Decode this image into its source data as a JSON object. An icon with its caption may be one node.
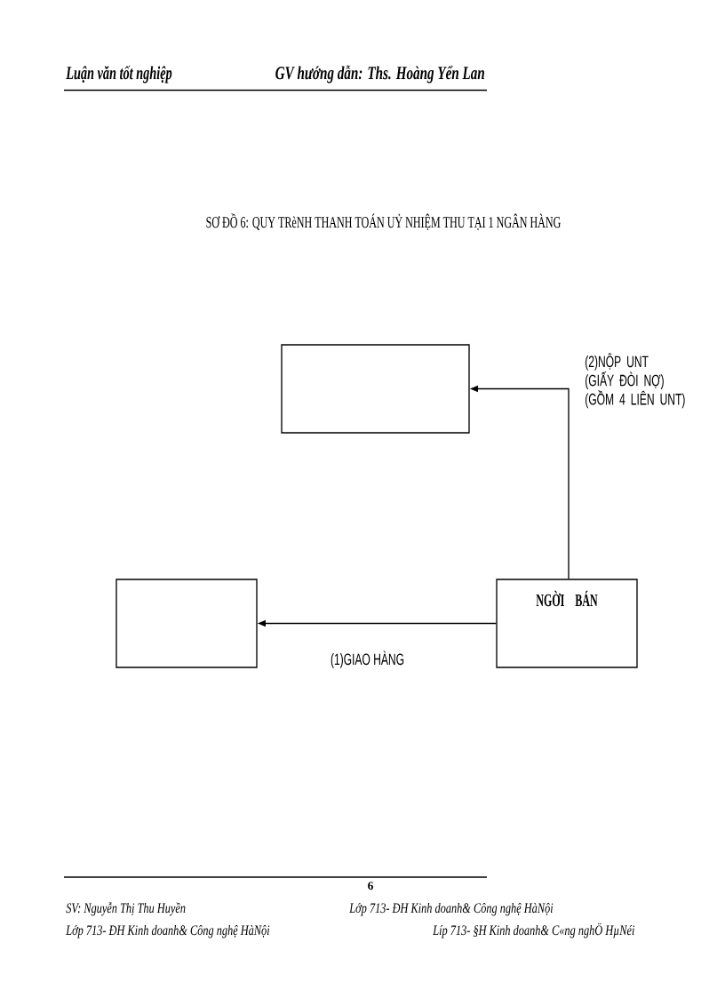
{
  "diagram": {
    "title": "SƠ ĐỒ 6: QUY TRèNH THANH TOÁN UỶ NHIỆM THU TẠI 1 NGÂN HÀNG",
    "nodes": [
      {
        "text": [],
        "shape": "box"
      },
      {
        "text": [],
        "shape": "box"
      },
      {
        "text": [
          "NGỜI BÁN"
        ]
      }
    ],
    "edges": [
      {
        "from": 2,
        "to": 1,
        "arrow": "to",
        "label": "(1)GIAO HÀNG"
      },
      {
        "from": 2,
        "to": 0,
        "arrow": "to",
        "label": "(2)NỘP UNT (GIẤY ĐÒI NỢ) (GỒM 4 LIÊN UNT)"
      }
    ],
    "labels": [
      "Luận văn tốt nghiệp",
      "GV hướng dẫn: Ths. Hoàng Yển Lan",
      "6",
      "SV: Nguyễn Thị Thu Huyền",
      "Lớp 713- ĐH Kinh doanh& Công nghệ HàNội",
      "Lớp 713- ĐH Kinh doanh& Công nghệ HàNội",
      "Líp 713- §H Kinh doanh& C«ng nghÖ HµNéi"
    ]
  }
}
